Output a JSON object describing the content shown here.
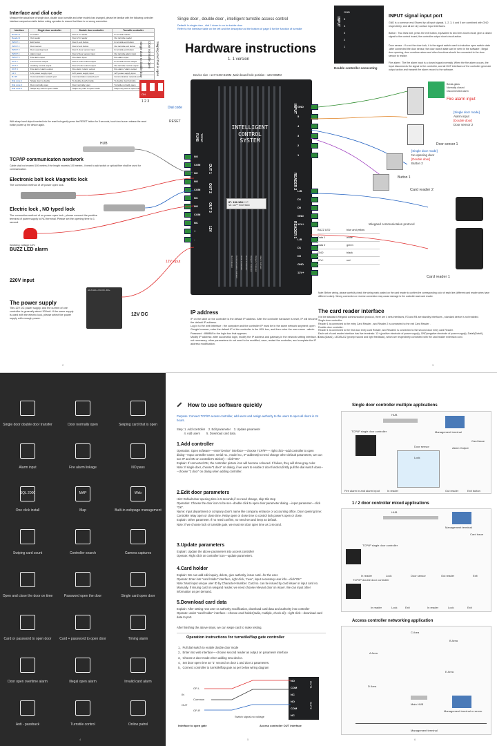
{
  "top": {
    "iface_title": "Interface and dial code",
    "iface_desc": "Measure the actual size of single door, double door, turnstile and other models has changed, please be familiar with the following controller interface comparison table before wiring operation to ensure that there is no wrong connection.",
    "table_head": [
      "Interface",
      "Single door controller",
      "Double door controller",
      "Turnstile controller"
    ],
    "table_rows": [
      [
        "Reader 1",
        "In reader",
        "Door 1 In reader",
        "In turnstile reader"
      ],
      [
        "Reader 2",
        "Out reader",
        "Door 2 In reader",
        "Out turnstile reader"
      ],
      [
        "INPUT 1",
        "Exit button",
        "Door 1 exit button",
        "In turnstile exit button"
      ],
      [
        "INPUT 2",
        "Door sensor",
        "Door 2 exit button",
        "Out turnstile exit button"
      ],
      [
        "INPUT 3",
        "Door opening input",
        "Door 1 door sensor input",
        "In turnstile exit button"
      ],
      [
        "INPUT 4",
        "Alarm input",
        "Door 2 door sensor input",
        "Out turnstile alarm input"
      ],
      [
        "INPUT 5",
        "Fire alarm input",
        "Fire alarm input",
        "Fire alarm input"
      ],
      [
        "OUT 1",
        "Lock control output",
        "Door 1 lock control output",
        "In turnstile control output"
      ],
      [
        "OUT 2",
        "Auxiliary control output",
        "Door 2 lock control output",
        "Out turnstile control output"
      ],
      [
        "OUT 3",
        "Fire alarm / alarm output",
        "Fire alarm / alarm output",
        "Fire alarm / alarm output"
      ],
      [
        "12 V",
        "12V power supply input",
        "12V power supply input",
        "12V power supply input"
      ],
      [
        "RJ 45",
        "Communication network port",
        "Communication network port",
        "Communication network port"
      ],
      [
        "Dial code 1",
        "Single door to double",
        "To double door/turnstile",
        "To double door/turnstile"
      ],
      [
        "Dial code 2",
        "Door normally open",
        "Door normally open",
        "Turnstile normally open"
      ],
      [
        "Dial code 3",
        "Swipe any card to open inside",
        "Swipe any card to open inside",
        "Swipe any card to open inside"
      ]
    ],
    "reset_note": "With sharp hand object inserted into the reset hole,gently press the RESET button for 8 seconds, touch two buzzer release the reset button power up the device again.",
    "dial_vertical": [
      "Swiping card that is open",
      "Door normally open",
      "Single door to double door"
    ],
    "dial_on": "ON",
    "dial_nums": "1 2 3",
    "dial_code_label": "Dial code",
    "reset_label": "RESET",
    "doc_subtitle": "Single door , double door , intelligent turnstile access control",
    "default_note": "Default: In single door , dial 1 down to on to double door\nRefer to the interface table on the left and the description at the bottom of page 5 for the function of turnstile",
    "hw_title": "Hardware instructions",
    "version": "1. 1 version",
    "device_size": "Device size : 147×106×31MM ,Main board hole position : 125×89MM",
    "board_name": [
      "INTELLIGENT",
      "CONTROL",
      "SYSTEM"
    ],
    "ip_label": "IP: 192.168.*.*.*",
    "sn_label": "SN: 100***  PORT:8000",
    "left_terms": [
      "RJ45",
      "TCP/IP",
      "NO",
      "COM",
      "NC",
      "NO",
      "COM",
      "NC",
      "NO",
      "COM",
      "NC",
      "+",
      "-"
    ],
    "out_labels": [
      "OUT 1",
      "OUT 2",
      "OUT 3",
      "12V"
    ],
    "input_terms": [
      "GND",
      "5",
      "4",
      "3",
      "2",
      "1"
    ],
    "reader_terms": [
      "L/B",
      "D1",
      "D0",
      "GND",
      "12V+"
    ],
    "reader_labels": [
      "READER 2",
      "READER 1",
      "INPUT"
    ],
    "bottom_leds": [
      "Run Indicator",
      "Communication indicator",
      "Door 1 Indicator",
      "Door 2 Indicator",
      "Output 1 Indicator",
      "Output 2 Indicator",
      "Alarm Indicator"
    ],
    "hub": "HUB",
    "tcp_title": "TCP/IP communicaton nextwork",
    "tcp_desc": "Cable shall not exceed 100 meters,if the length exceeds 100 meters , it need to add switch or optical fiber shall be used for communication.",
    "magnetic_title": "Electronic bolt lock  Magnetic lock",
    "magnetic_desc": "The connection method of off power open lock.",
    "nolock_title": "Electric lock , NO typed  lock",
    "nolock_desc": "The connection method of on power open lock , please connect the positive terminal of power supply to NO terminal. Please set the opening time to 1 second.",
    "alarm_voltage": "Working voltage 12V",
    "buzz_title": "BUZZ LED alarm",
    "input220": "220V input",
    "input12": "12V input",
    "psu_title": "The power supply",
    "psu_desc": "This 12V DC power supply, and the current of one controller is generally about 300mA. If the same supply is used with the electric lock, please select the power supply with enough power.",
    "psu_terminals": "AC-N AC-L  FG   DC-  DC+",
    "dc12": "12V DC",
    "ip_title": "IP address",
    "ip_desc": "IP on the label on the controller is the default IP address. After the controller hardware is reset, IP will become the default IP address.\nLog in to the web interface : the computer and the controller IP must be in the same network segment; open Google browser, enter the default IP of the controller in the URL box, and then enter the user name : admin  Password : 888888 in the login box that appears.\nModify IP address: after successful login, modify the IP address and gateway in the network setting interface. If not necessary, other parameters do not need to be modified, save, restart the controller, and complete the IP address modification.",
    "input_port_title": "INPUT signal input port",
    "input_block_label": "INPUT",
    "input_items": [
      "GND",
      "Fire alarm input",
      "Door 2 door sensor",
      "Door 1 door sensor",
      "Door 2 exit button",
      "Door 1 exit button"
    ],
    "input_block_numbers": [
      "5",
      "4",
      "3",
      "2",
      "1"
    ],
    "double_conn": "Double controller connecting",
    "gnd_desc": "GND is a common end.Shared by all input signals. 1, 2, 3, 4 and 5 are combined with GND respectively, and all are dry contact input interfaces.",
    "button_desc": "Button : Two lines butt, press the exit button, equivalent to two lines short circuit, give a closed signal to the control board, the controller output short circuit action.",
    "sensor_desc": "Door sensor : If a not the door lock, it is the signal switch used to induction open switch state ,after connected the door sensor, the door switch state can be seen in the software ; Illegal door opening, door overtime alarm and other functions should be connected to the door sensor to realize.",
    "firealarm_desc": "Fire alarm : The fire alarm input is a closed signal normally. When the fire alarm occurs, the input disconnects the signal to the controller, and all OUT interfaces of the controller generate output action and transmit fire alarm record to the software.",
    "breakglass": [
      "Break-glass",
      "Normally closed",
      "Disconnected alarm"
    ],
    "fire_label": "Fire alarm input",
    "single_mode": "[Single door mode]",
    "alarm_input": "Alarm input",
    "double_mode": "[Double door]",
    "door_sensor2": "Door sensor 2",
    "door_sensor1": "Door sensor 1",
    "single_mode2": "[Single door mode]",
    "no_exit": "No opening door",
    "double_mode2": "[Double door]",
    "button2": "Button 2",
    "button1": "Button 1",
    "card2": "Card reader 2",
    "card1": "Card reader 1",
    "wiegand": "Wiegand communication protocol",
    "wires": [
      [
        "BUZZ  LED",
        "blue and yellow"
      ],
      [
        "Data 1",
        "white"
      ],
      [
        "Data 0",
        "green"
      ],
      [
        "GND",
        "black"
      ],
      [
        "12V+",
        "red"
      ]
    ],
    "wire_note": "Note: Before wiring, please carefully check the wiring mark posted on the card reader to confirm the corresponding color of each line (different card reader wires have different colors). Wrong connection or reverse connection may cause damage to the controller and card reader.",
    "card_title": "The card reader interface",
    "card_desc": "It is the standard Wiegand communication protocol, there are 4 sets interfaces, R3 and R4 are standby interfaces , standard device is not enabled.\nSingle-door controller:\nReader 1 is connected to the entry Card Reader , and Reader 2 is connected to the exit Card Reader .\nDouble-door controller:\nReader 1 is connected to the first door entry card Reader, and Reader2 is connected to the second door entry card Reader .\nEach set of card reader interface has five terminals: 12+ (positive electrode of power supply), GND(negative electrode of power supply), Data0(Data0), Data1(Data1), LED/BUZZ (prompt sound and light feedback), which are respectively connected with the card reader extension cord.",
    "page_nums": [
      "2",
      "3"
    ]
  },
  "features": {
    "items": [
      {
        "label": "Single door double door transfer",
        "icon": "door-transfer-icon"
      },
      {
        "label": "Door normally open",
        "icon": "door-open-icon"
      },
      {
        "label": "Swiping card that is open",
        "icon": "swipe-open-icon"
      },
      {
        "label": "Alarm input",
        "icon": "alarm-icon"
      },
      {
        "label": "Fire alarm linkage",
        "icon": "fire-icon"
      },
      {
        "label": "NO pass",
        "icon": "no-pass-icon"
      },
      {
        "label": "One click install",
        "icon": "sql-icon",
        "text": "SQL 2000"
      },
      {
        "label": "Map",
        "icon": "map-icon",
        "text": "MAP"
      },
      {
        "label": "Built-in webpage management",
        "icon": "web-icon",
        "text": "Web"
      },
      {
        "label": "Swiping card count",
        "icon": "card-count-icon"
      },
      {
        "label": "Controller search",
        "icon": "search-icon"
      },
      {
        "label": "Camera captures",
        "icon": "camera-icon"
      },
      {
        "label": "Open and close the door on time",
        "icon": "clock-door-icon"
      },
      {
        "label": "Password open the door",
        "icon": "keypad-icon"
      },
      {
        "label": "Single card open door",
        "icon": "card-icon"
      },
      {
        "label": "Card or password to open door",
        "icon": "card-or-pass-icon"
      },
      {
        "label": "Card + password to open door",
        "icon": "card-plus-pass-icon"
      },
      {
        "label": "Timing alarm",
        "icon": "timing-alarm-icon"
      },
      {
        "label": "Door open overtime alarm",
        "icon": "overtime-icon"
      },
      {
        "label": "Illegal open alarm",
        "icon": "illegal-icon"
      },
      {
        "label": "Invalid card alarm",
        "icon": "invalid-card-icon"
      },
      {
        "label": "Anti - passback",
        "icon": "passback-icon"
      },
      {
        "label": "Turnstile control",
        "icon": "turnstile-icon"
      },
      {
        "label": "Online patrol",
        "icon": "patrol-icon"
      }
    ],
    "page": "4"
  },
  "software": {
    "title": "How to use software quickly",
    "purpose": "Purpose: Connect TCP/IP access controller, add users and assign authority to the users to open all doors in 24 hours.",
    "steps": "Step: 1. Add controller    2. Edit parameter    3. Update parameter\n         4. Add users        5. Download card data.",
    "s1_title": "1.Add controller",
    "s1_body": "Operation: Open software----enter\"Device\" interface----choose TCP/IP---- right click---add controller to open dialog---Input controller name, serial no., model no., IP address(no need change other default parameters, we can see IP and SN on controller's sticker)----click\"OK\"\nExplain: If connected OK, the controller picture icon will become coloured. If failure, they will show gray color.\nNote: If single door, choose\"1 door\" on dialog, if we want to enable 2 door function,firstly pull the dial switch down----choose  \"2 door\" on dialog when adding controller.",
    "s2_title": "2.Edit door parameters",
    "s2_body": "Hint: Default door opening time is 5 seconds,if no need change, skip this step\nOperation: Choose the door icon to be set---double click to open door parameter dialog ---input parameter---click \"OK\".\nName: input department or company door's name like company entrance or accounting office. Door opening time: Controller relay open or close time. Relay open or close time to control lock power's open or close.\nExplain: Other parameter. If no need confirm, no need set and keep as default.\nNote: If we choose lock or turnstile gate, we must set door open time as 1 second.",
    "s3_title": "3.Update parameters",
    "s3_body": "Explain: Update the above parameters into access controller\nOperate: Right click on controller icon---update parameters.",
    "s4_title": "4.Card holder",
    "s4_body": "Explain: We can add edit inquiry,  delete,  give authority, issue card...for the user.\nOperate: Enter into \"card holder\" interface, right click, \"new\", input necessary user info.--click\"OK\"\nNote: Must input unique user ID by Character+Number.  Card no.  can be issued by card issuer or input card no. Manually.  If issuing card on wiegand reader, we need choose relevant door on issuer.   We can input other information as per demand.",
    "s5_title": "5.Download card data",
    "s5_body": "Explain: After setting new user or authority modification, download card data and authority into controller\nOperate: under \"card holder\" interface---choose card holder(radio, multiple, check all)---right click---download card data to port.",
    "s5_after": "After finishing the above steps, we can swipe card to make testing.",
    "turnstile_title": "Operation instructions for turnstile/flap gate controller",
    "turnstile_steps": [
      "1、Pull dial switch to enable double door mode",
      "2、Enter into web interface----choose second reader as output on parameter interface",
      "3、Choose 2 door mode when adding new device.",
      "4、Set door open time as \"1\" second on door 1 and door 2 parameters.",
      "5、Connect controller to turnstile/flap gate as per below wiring diagram"
    ],
    "gate_in": "IN",
    "gate_out": "OUT",
    "gate_opl": "OP-L",
    "gate_common": "Common",
    "gate_opr": "OP-R",
    "switch_note": "Switch signal,no voltage",
    "iface_gate": "Interface to open gate",
    "iface_ctrl": "Access controller OUT interface",
    "relay_terms": [
      "NO",
      "COM",
      "NC",
      "NO",
      "COM",
      "NC"
    ],
    "relay_out": [
      "OUT1",
      "OUT2"
    ],
    "page": "5"
  },
  "apps": {
    "a1_title": "Single door controller multiple applications",
    "a2_title": "1 / 2 door controller mixed applications",
    "a3_title": "Access controller networking application",
    "hub": "HUB",
    "mgmt": "Management terminal",
    "card_issue": "Card issue",
    "tcp_single": "TCP/IP single door controller",
    "tcp_double": "TCP/IP double door controller",
    "alarm_output": "Alarm Output",
    "door_sensor": "Door sensor",
    "lock": "Lock",
    "fire_link": "Fire alarm in and alarm input",
    "in_reader": "In reader",
    "out_reader": "Out reader",
    "exit_button": "Exit button",
    "row_labels": [
      "In reader",
      "Lock",
      "Door sensor",
      "Out reader",
      "Exit"
    ],
    "row_labels2": [
      "In reader",
      "Lock",
      "Exit",
      "In reader",
      "Lock",
      "Exit"
    ],
    "areas": [
      "C Area",
      "B Area",
      "E Area",
      "A Area",
      "D Area",
      "Main HUB"
    ],
    "mgmt_server": "Management terminal or server",
    "page": "6"
  }
}
